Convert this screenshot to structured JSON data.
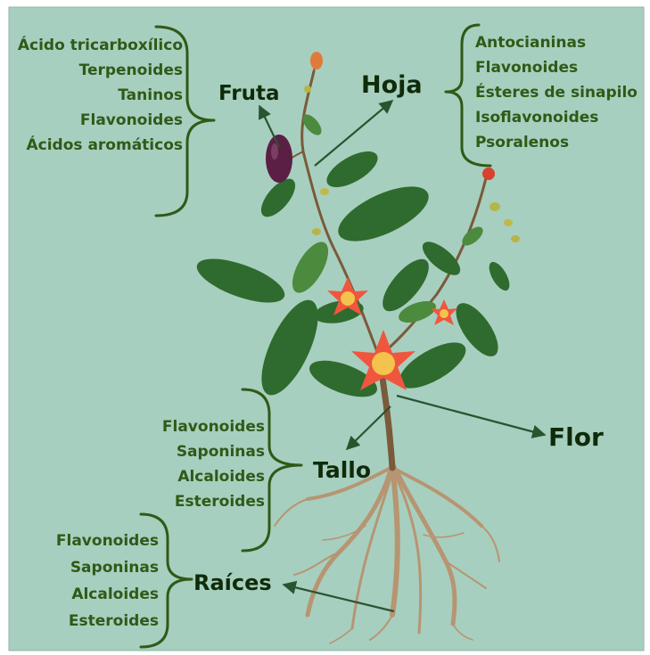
{
  "colors": {
    "background": "#a7cfbf",
    "text_list": "#2f5a17",
    "text_part": "#0f2b0a",
    "leaf": "#2f6b2e",
    "leaf_light": "#4c8a3e",
    "stem": "#7a5a3a",
    "root": "#b79572",
    "flower": "#f0563e",
    "flower_center": "#f4c34d",
    "fruit": "#5b1f45"
  },
  "fruta": {
    "label": "Fruta",
    "items": [
      "Ácido tricarboxílico",
      "Terpenoides",
      "Taninos",
      "Flavonoides",
      "Ácidos aromáticos"
    ]
  },
  "hoja": {
    "label": "Hoja",
    "items": [
      "Antocianinas",
      "Flavonoides",
      "Ésteres de sinapilo",
      "Isoflavonoides",
      "Psoralenos"
    ]
  },
  "flor": {
    "label": "Flor"
  },
  "tallo": {
    "label": "Tallo",
    "items": [
      "Flavonoides",
      "Saponinas",
      "Alcaloides",
      "Esteroides"
    ]
  },
  "raices": {
    "label": "Raíces",
    "items": [
      "Flavonoides",
      "Saponinas",
      "Alcaloides",
      "Esteroides"
    ]
  }
}
